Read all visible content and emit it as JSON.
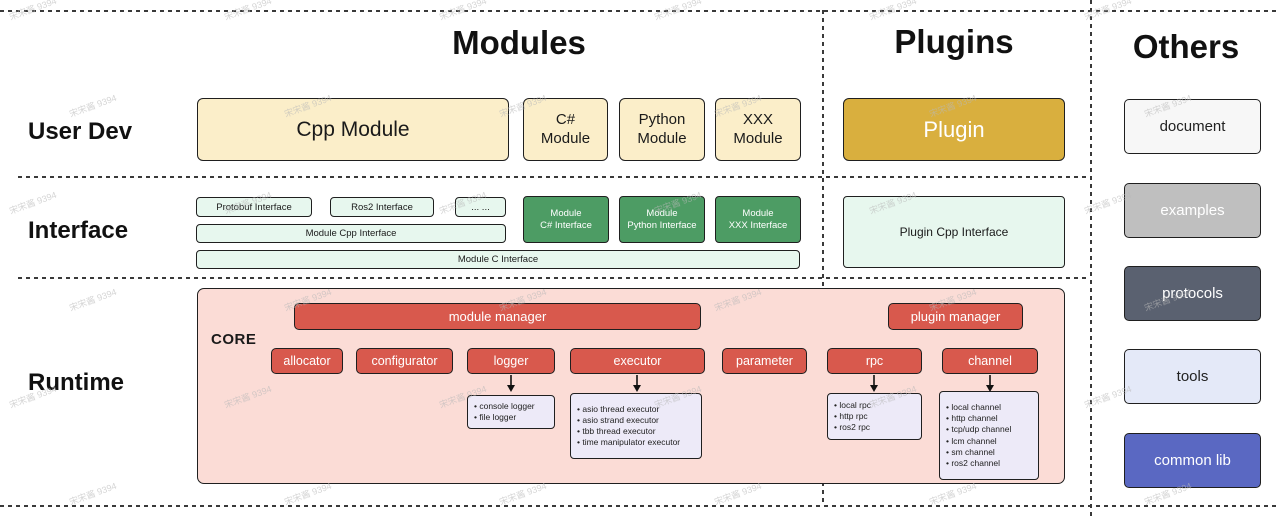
{
  "watermark": {
    "text": "宋宋酱 9394"
  },
  "headers": {
    "modules": "Modules",
    "plugins": "Plugins",
    "others": "Others"
  },
  "row_labels": {
    "user_dev": "User Dev",
    "interface": "Interface",
    "runtime": "Runtime"
  },
  "user_dev": {
    "cpp_module": "Cpp Module",
    "csharp_module": "C#\nModule",
    "python_module": "Python\nModule",
    "xxx_module": "XXX\nModule",
    "plugin": "Plugin"
  },
  "interface": {
    "protobuf": "Protobuf Interface",
    "ros2": "Ros2 Interface",
    "dots": "... ...",
    "module_cpp": "Module Cpp Interface",
    "module_c": "Module C Interface",
    "module_csharp": "Module\nC# Interface",
    "module_python": "Module\nPython Interface",
    "module_xxx": "Module\nXXX Interface",
    "plugin_cpp": "Plugin Cpp Interface"
  },
  "runtime": {
    "core_label": "CORE",
    "module_manager": "module manager",
    "plugin_manager": "plugin manager",
    "components": [
      "allocator",
      "configurator",
      "logger",
      "executor",
      "parameter",
      "rpc",
      "channel"
    ],
    "logger_impls": [
      "console logger",
      "file logger"
    ],
    "executor_impls": [
      "asio thread executor",
      "asio strand executor",
      "tbb thread executor",
      "time manipulator executor"
    ],
    "rpc_impls": [
      "local rpc",
      "http rpc",
      "ros2 rpc"
    ],
    "channel_impls": [
      "local channel",
      "http channel",
      "tcp/udp channel",
      "lcm channel",
      "sm channel",
      "ros2 channel"
    ]
  },
  "others": {
    "items": [
      "document",
      "examples",
      "protocols",
      "tools",
      "common lib"
    ]
  },
  "colors": {
    "cream": "#fbeec9",
    "gold": "#d9af3e",
    "light_green": "#e7f7ee",
    "dark_green": "#4d9c64",
    "core_pink": "#fbdcd6",
    "red": "#d8594d",
    "purple": "#edeaf8",
    "examples_gray": "#bfbfbf",
    "protocols_dark": "#5a6170",
    "tools_lavender": "#e4e9f8",
    "common_lib_blue": "#5a68c2"
  }
}
